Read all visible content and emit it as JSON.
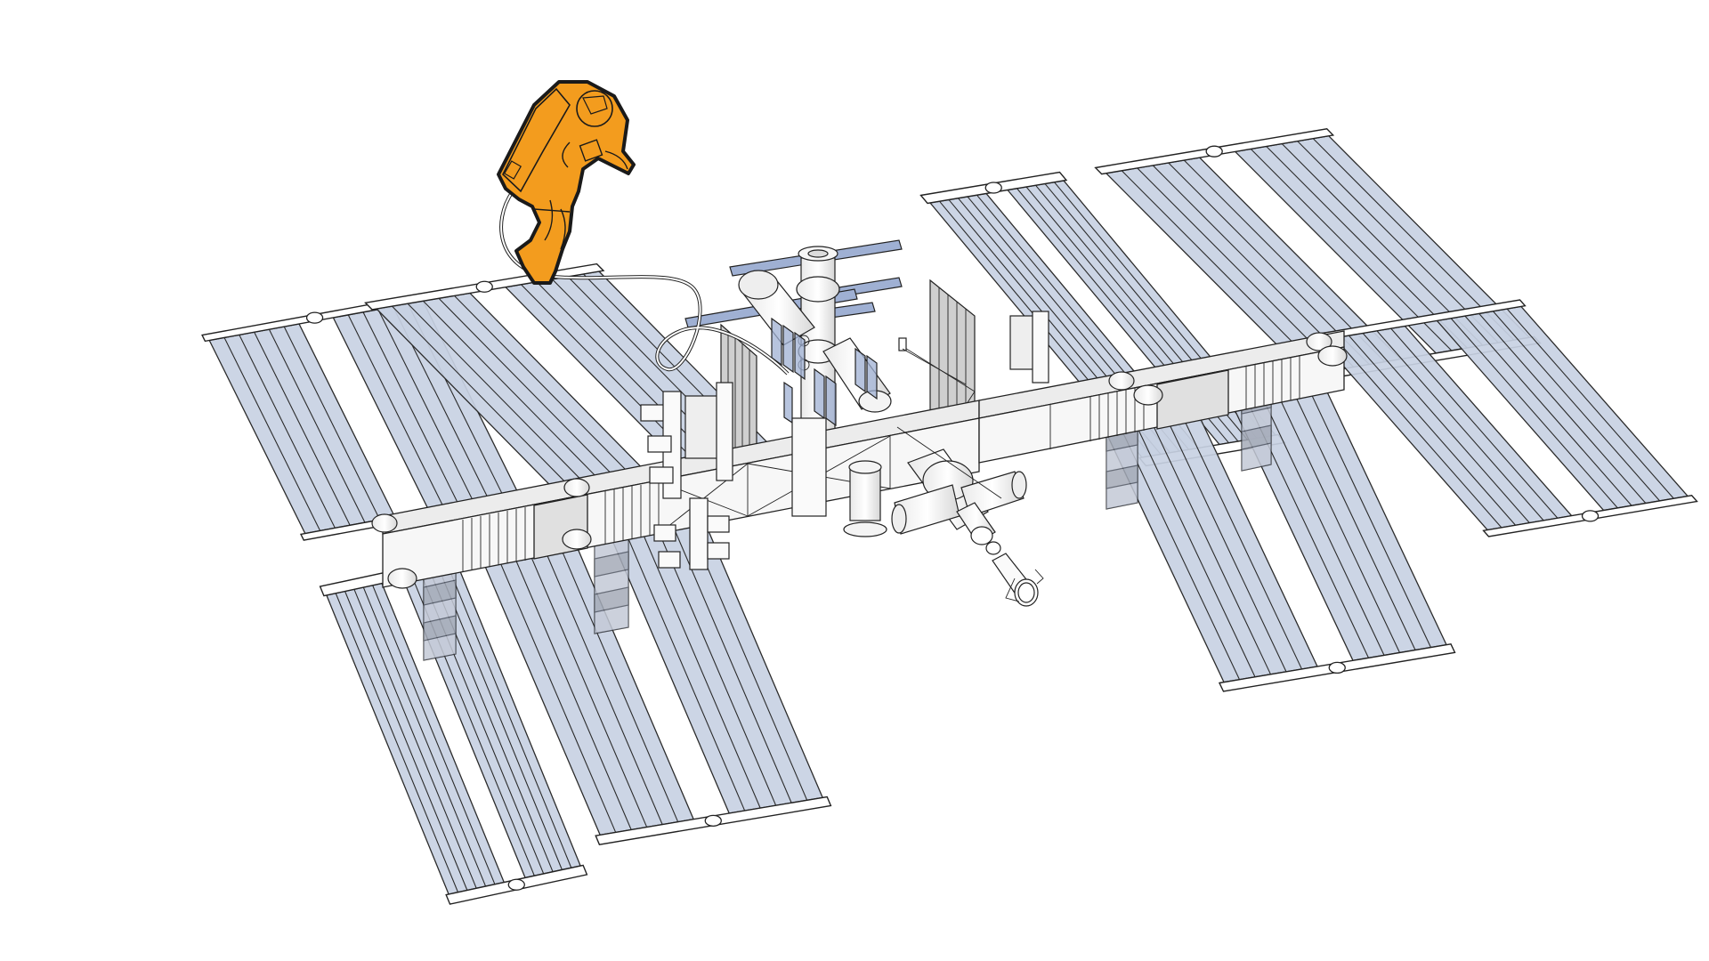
{
  "title": "International Space Station with spacewalking astronaut",
  "colors": {
    "background": "#ffffff",
    "solar_panel": "#c8d1e3",
    "solar_panel_line": "#2b2b2b",
    "module_light": "#f2f2f2",
    "module_mid": "#e1e1e1",
    "module_dark": "#b9b9b9",
    "radiator_blue": "#9fb0d3",
    "astronaut_suit": "#f39c1e",
    "astronaut_outline": "#1a1a1a",
    "outline": "#222222"
  },
  "elements": {
    "astronaut": "astronaut-eva",
    "tether": "safety-tether",
    "truss": "integrated-truss",
    "solar_arrays": 8,
    "radiators": 4,
    "docking_vehicle": "approaching-capsule"
  },
  "wings": [
    {
      "id": "upper-left-outer",
      "o": [
        233,
        378
      ],
      "a": [
        240,
        -44
      ],
      "d": [
        112,
        226
      ]
    },
    {
      "id": "upper-left-inner",
      "o": [
        418,
        342
      ],
      "a": [
        250,
        -42
      ],
      "d": [
        248,
        252
      ]
    },
    {
      "id": "lower-left-outer",
      "o": [
        364,
        662
      ],
      "a": [
        148,
        -32
      ],
      "d": [
        143,
        350
      ]
    },
    {
      "id": "lower-left-inner",
      "o": [
        535,
        613
      ],
      "a": [
        250,
        -42
      ],
      "d": [
        142,
        332
      ]
    },
    {
      "id": "upper-right-inner",
      "o": [
        1040,
        222
      ],
      "a": [
        150,
        -25
      ],
      "d": [
        248,
        298
      ]
    },
    {
      "id": "upper-right-outer",
      "o": [
        1238,
        190
      ],
      "a": [
        250,
        -42
      ],
      "d": [
        235,
        236
      ]
    },
    {
      "id": "lower-right-inner",
      "o": [
        1228,
        455
      ],
      "a": [
        250,
        -42
      ],
      "d": [
        150,
        318
      ]
    },
    {
      "id": "lower-right-outer",
      "o": [
        1480,
        378
      ],
      "a": [
        225,
        -38
      ],
      "d": [
        195,
        222
      ]
    }
  ]
}
